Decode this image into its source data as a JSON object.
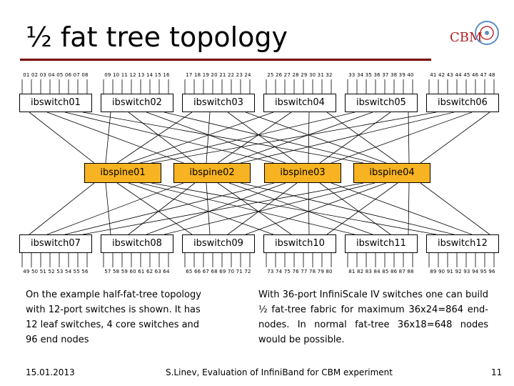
{
  "title": "½ fat tree topology",
  "logo": {
    "letters": "CBM"
  },
  "leaf_top": [
    {
      "label": "ibswitch01",
      "ports": "01 02 03 04 05 06 07 08"
    },
    {
      "label": "ibswitch02",
      "ports": "09 10 11 12 13 14 15 16"
    },
    {
      "label": "ibswitch03",
      "ports": "17 18 19 20 21 22 23 24"
    },
    {
      "label": "ibswitch04",
      "ports": "25 26 27 28 29 30 31 32"
    },
    {
      "label": "ibswitch05",
      "ports": "33 34 35 36 37 38 39 40"
    },
    {
      "label": "ibswitch06",
      "ports": "41 42 43 44 45 46 47 48"
    }
  ],
  "spines": [
    {
      "label": "ibspine01"
    },
    {
      "label": "ibspine02"
    },
    {
      "label": "ibspine03"
    },
    {
      "label": "ibspine04"
    }
  ],
  "leaf_bottom": [
    {
      "label": "ibswitch07",
      "ports": "49 50 51 52 53 54 55 56"
    },
    {
      "label": "ibswitch08",
      "ports": "57 58 59 60 61 62 63 64"
    },
    {
      "label": "ibswitch09",
      "ports": "65 66 67 68 69 70 71 72"
    },
    {
      "label": "ibswitch10",
      "ports": "73 74 75 76 77 78 79 80"
    },
    {
      "label": "ibswitch11",
      "ports": "81 82 83 84 85 86 87 88"
    },
    {
      "label": "ibswitch12",
      "ports": "89 90 91 92 93 94 95 96"
    }
  ],
  "text_left": "On the example half-fat-tree topology with 12-port switches is shown. It has 12 leaf switches, 4 core switches and 96 end nodes",
  "text_right": "With 36-port InfiniScale IV switches one can build ½ fat-tree fabric for maximum 36x24=864 end-nodes. In normal fat-tree 36x18=648 nodes would be possible.",
  "footer": {
    "date": "15.01.2013",
    "author": "S.Linev, Evaluation of InfiniBand for CBM experiment",
    "page": "11"
  },
  "colors": {
    "spine_fill": "#f7b321",
    "title_rule": "#7a0000"
  }
}
